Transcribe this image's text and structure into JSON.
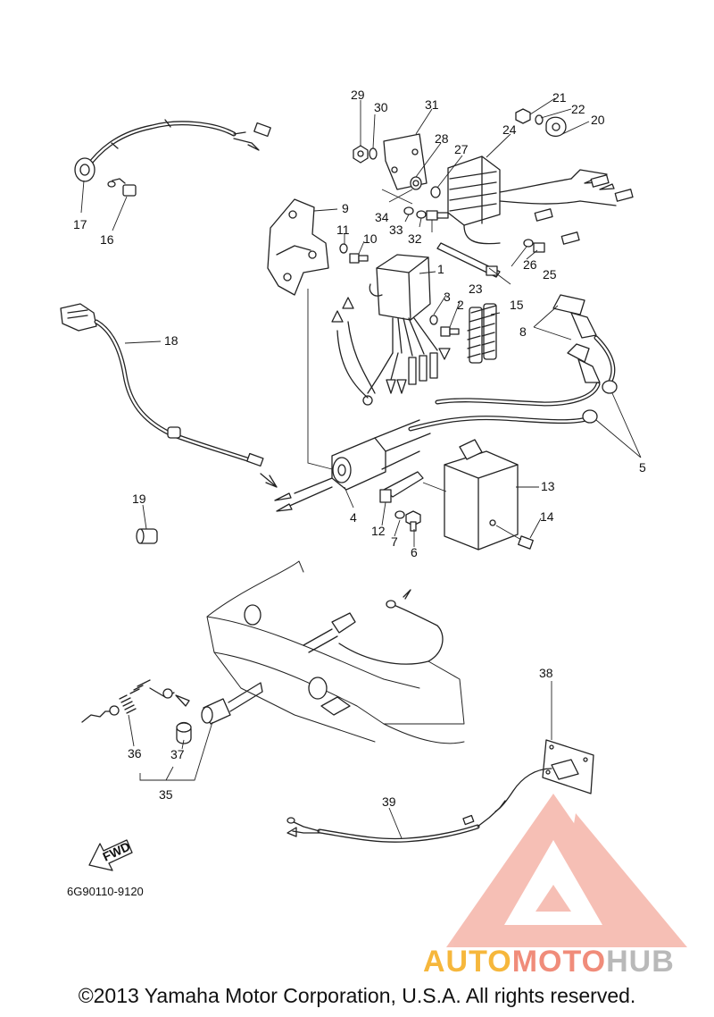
{
  "callouts": [
    "1",
    "2",
    "3",
    "4",
    "5",
    "6",
    "7",
    "8",
    "9",
    "10",
    "11",
    "12",
    "13",
    "14",
    "15",
    "16",
    "17",
    "18",
    "19",
    "20",
    "21",
    "22",
    "23",
    "24",
    "25",
    "26",
    "27",
    "28",
    "29",
    "30",
    "31",
    "32",
    "33",
    "34",
    "35",
    "36",
    "37",
    "38",
    "39"
  ],
  "labels": {
    "fwd": "FWD",
    "part_code": "6G90110-9120",
    "copyright": "©2013 Yamaha Motor Corporation, U.S.A. All rights reserved."
  },
  "watermark": {
    "part1": "AUTO",
    "part2": "MOTO",
    "part3": "HUB",
    "color_a": "#f6b73c",
    "color_b": "#f08c7a",
    "color_c": "#b9b9b9"
  }
}
